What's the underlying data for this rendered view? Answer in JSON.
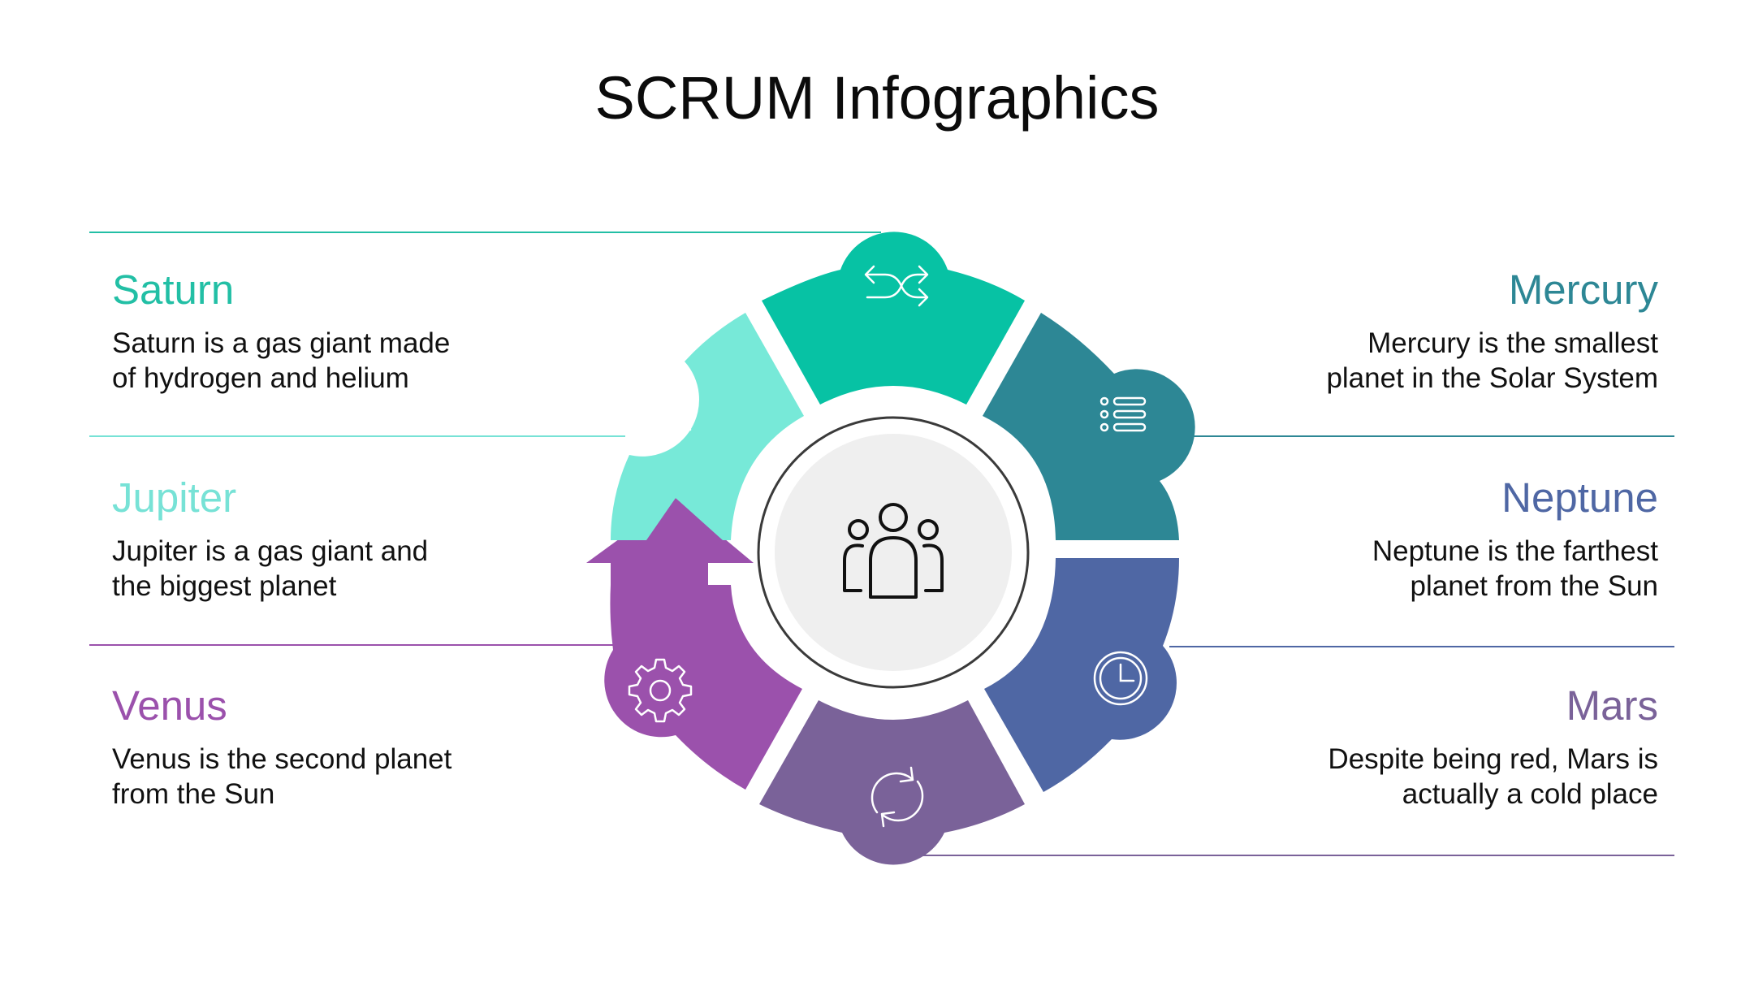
{
  "title": "SCRUM Infographics",
  "center": {
    "icon": "team-people-icon",
    "fill": "#efefef"
  },
  "items": [
    {
      "key": "saturn",
      "side": "left",
      "name": "Saturn",
      "desc1": "Saturn is a gas giant made",
      "desc2": "of hydrogen and helium",
      "color": "#22bfa5"
    },
    {
      "key": "jupiter",
      "side": "left",
      "name": "Jupiter",
      "desc1": "Jupiter is a gas giant and",
      "desc2": "the biggest planet",
      "color": "#77e2d6"
    },
    {
      "key": "venus",
      "side": "left",
      "name": "Venus",
      "desc1": "Venus is the second planet",
      "desc2": "from the Sun",
      "color": "#9b51ac"
    },
    {
      "key": "mercury",
      "side": "right",
      "name": "Mercury",
      "desc1": "Mercury is the smallest",
      "desc2": "planet in the Solar System",
      "color": "#2d8795"
    },
    {
      "key": "neptune",
      "side": "right",
      "name": "Neptune",
      "desc1": "Neptune is the farthest",
      "desc2": "planet from the Sun",
      "color": "#4f67a4"
    },
    {
      "key": "mars",
      "side": "right",
      "name": "Mars",
      "desc1": "Despite being red, Mars is",
      "desc2": "actually a cold place",
      "color": "#7a6299"
    }
  ],
  "segments": [
    {
      "key": "top",
      "color": "#07c2a4",
      "icon": "shuffle-arrows-icon"
    },
    {
      "key": "top-right",
      "color": "#2d8795",
      "icon": "list-icon"
    },
    {
      "key": "bottom-right",
      "color": "#4f67a4",
      "icon": "clock-icon"
    },
    {
      "key": "bottom",
      "color": "#7a6299",
      "icon": "refresh-cycle-icon"
    },
    {
      "key": "bottom-left",
      "color": "#9b51ac",
      "icon": "gear-icon"
    },
    {
      "key": "top-left",
      "color": "#77e9d8",
      "icon": "star-icon"
    }
  ]
}
